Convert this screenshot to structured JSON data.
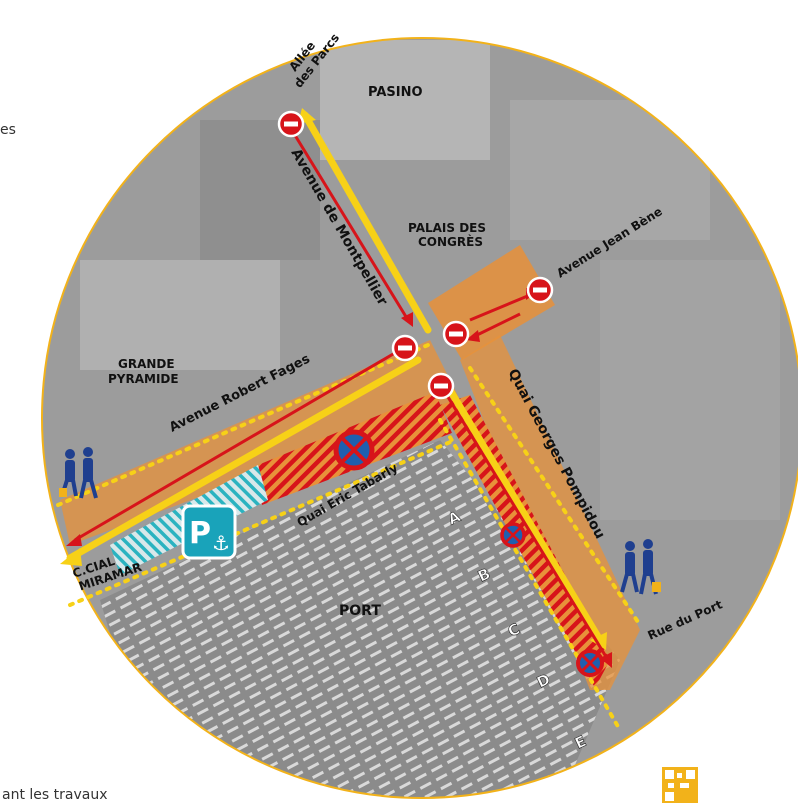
{
  "map": {
    "places": {
      "pasino": "PASINO",
      "palais_line1": "PALAIS DES",
      "palais_line2": "CONGRÈS",
      "grande_line1": "GRANDE",
      "grande_line2": "PYRAMIDE",
      "port": "PORT",
      "ccial_line1": "C.CIAL",
      "ccial_line2": "MIRAMAR"
    },
    "streets": {
      "allee_line1": "Allée",
      "allee_line2": "des Parcs",
      "montpellier": "Avenue de Montpellier",
      "jean_bene": "Avenue Jean Bène",
      "robert_fages": "Avenue Robert Fages",
      "eric_tabarly": "Quai Eric Tabarly",
      "pompidou": "Quai Georges Pompidou",
      "rue_port": "Rue du Port"
    },
    "pontoons": [
      "A",
      "B",
      "C",
      "D",
      "E"
    ],
    "parking_letter": "P",
    "text_fragments": {
      "left_edge": "es",
      "bottom_edge": "ant les travaux"
    },
    "icons": {
      "no_entry": "no-entry-icon",
      "no_parking": "no-parking-icon",
      "pedestrians": "pedestrians-icon",
      "parking_port": "parking-port-icon",
      "qr": "qr-code-icon"
    },
    "colors": {
      "circle_border": "#F2B21A",
      "aerial": "#9c9c9c",
      "sea": "#8b8b8b",
      "yellow_route": "#F7D117",
      "red_route": "#D7141A",
      "work_zone": "#E8913A",
      "parking_hatch": "#2BB3C0",
      "parking_sign": "#19A3BA",
      "pedestrian": "#1F3F8F"
    }
  }
}
